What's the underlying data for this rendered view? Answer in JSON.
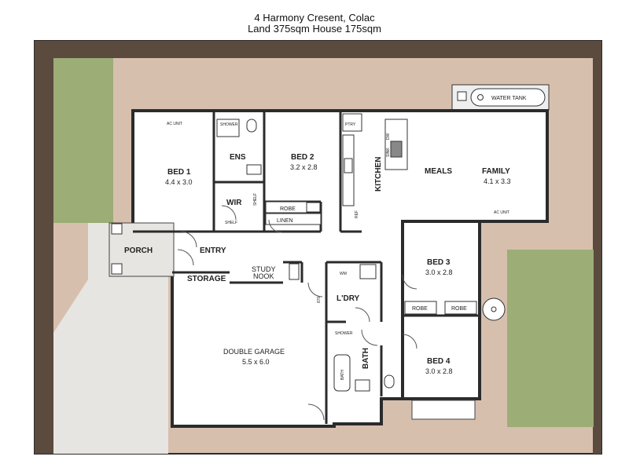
{
  "header": {
    "address": "4 Harmony Cresent, Colac",
    "summary": "Land 375sqm House 175sqm"
  },
  "colors": {
    "land": "#d7bfae",
    "lawn": "#9cad76",
    "driveway": "#e7e5e1",
    "floor": "#ffffff",
    "wall": "#2b2b2b",
    "dark": "#5b4a3e"
  },
  "labels": {
    "water_tank": "WATER TANK",
    "bed1": "BED 1",
    "bed1_dim": "4.4 x 3.0",
    "ens": "ENS",
    "shower1": "SHOWER",
    "ac_unit1": "AC UNIT",
    "ac_unit2": "AC UNIT",
    "wir": "WIR",
    "shelf1": "SHELF",
    "shelf2": "SHELF",
    "bed2": "BED 2",
    "bed2_dim": "3.2 x 2.8",
    "robe1": "ROBE",
    "linen": "LINEN",
    "ptry": "PTRY",
    "kitchen": "KITCHEN",
    "dw": "DW",
    "sink": "SINK",
    "ref": "REF",
    "meals": "MEALS",
    "family": "FAMILY",
    "family_dim": "4.1 x 3.3",
    "porch": "PORCH",
    "entry": "ENTRY",
    "study": "STUDY",
    "nook": "NOOK",
    "storage": "STORAGE",
    "wm": "WM",
    "ldry": "L'DRY",
    "door_870": "870",
    "bed3": "BED 3",
    "bed3_dim": "3.0 x 2.8",
    "robe2": "ROBE",
    "robe3": "ROBE",
    "garage": "DOUBLE GARAGE",
    "garage_dim": "5.5 x 6.0",
    "shower2": "SHOWER",
    "bath_tub": "BATH",
    "bath": "BATH",
    "bed4": "BED 4",
    "bed4_dim": "3.0 x 2.8"
  }
}
